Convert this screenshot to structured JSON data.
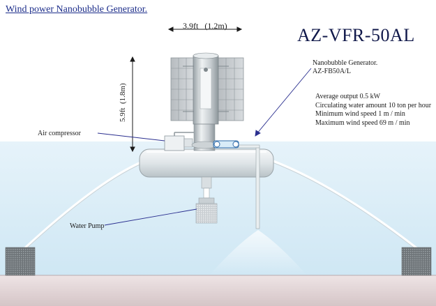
{
  "title": "Wind power Nanobubble Generator.",
  "model": "AZ-VFR-50AL",
  "dimensions": {
    "width_label": "3.9ft   (1.2m)",
    "height_label": "5.9ft  (1.8m)"
  },
  "labels": {
    "nanobubble_generator": [
      "Nanobubble Generator.",
      "AZ-FB50A/L"
    ],
    "air_compressor": "Air compressor",
    "water_pump": "Water Pump"
  },
  "specs": [
    "Average output 0.5 kW",
    "Circulating water amount 10 ton per hour",
    "Minimum wind speed 1 m / min",
    "Maximum wind speed 69 m / min"
  ],
  "colors": {
    "title": "#1c2d8a",
    "model": "#10184a",
    "leader_lines": "#2a2f8f",
    "water": "#cfe7f4",
    "ground": "#ddd0d2"
  }
}
